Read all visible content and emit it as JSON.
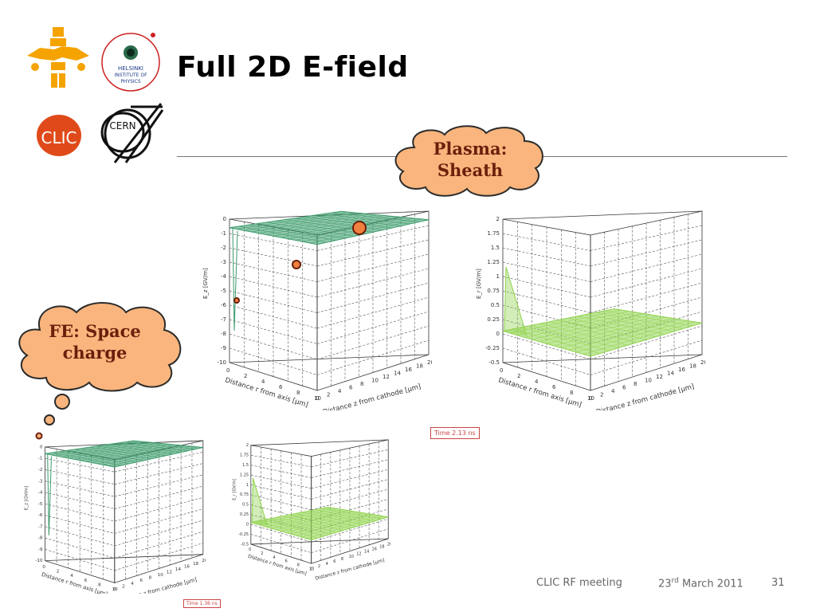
{
  "slide": {
    "title": "Full 2D E-field",
    "logos": {
      "hip_text": "HELSINKI INSTITUTE OF PHYSICS",
      "hip_lines": [
        "HELSINKI",
        "INSTITUTE OF",
        "PHYSICS"
      ],
      "clic_text": "CLIC",
      "cern_text": "CERN"
    },
    "bubbles": {
      "plasma": [
        "Plasma:",
        "Sheath"
      ],
      "fe": [
        "FE: Space",
        "charge"
      ]
    },
    "plots": {
      "z_ticks_left": [
        "0",
        "-1",
        "-2",
        "-3",
        "-4",
        "-5",
        "-6",
        "-7",
        "-8",
        "-9",
        "-10"
      ],
      "z_ticks_right": [
        "2",
        "1.75",
        "1.5",
        "1.25",
        "1",
        "0.75",
        "0.5",
        "0.25",
        "0",
        "-0.25",
        "-0.5"
      ],
      "r_ticks": [
        "0",
        "2",
        "4",
        "6",
        "8",
        "10"
      ],
      "x_ticks": [
        "0",
        "2",
        "4",
        "6",
        "8",
        "10",
        "12",
        "14",
        "16",
        "18",
        "20"
      ],
      "ylabel_left": "E_z [GV/m]",
      "ylabel_right": "E_r [GV/m]",
      "xlabel_r": "Distance r from axis [µm]",
      "xlabel_z": "Distance z from cathode [µm]",
      "surface_colors": {
        "ez": "#3a9a6a",
        "er": "#8ed34a"
      }
    },
    "time_top": "Time 2.13 ns",
    "time_bottom": "Time 1.36 ns",
    "footer": {
      "meeting": "CLIC RF meeting",
      "date_day": "23",
      "date_sup": "rd",
      "date_rest": " March 2011",
      "page": "31"
    }
  }
}
